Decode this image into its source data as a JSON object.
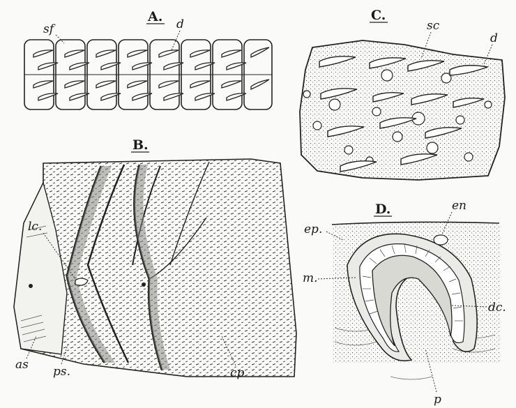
{
  "panels": {
    "a": {
      "label": "A.",
      "parts": {
        "sf": "sf",
        "d": "d"
      }
    },
    "b": {
      "label": "B.",
      "parts": {
        "lc": "lc.",
        "as": "as",
        "ps": "ps.",
        "cp": "cp"
      }
    },
    "c": {
      "label": "C.",
      "parts": {
        "sc": "sc",
        "d": "d"
      }
    },
    "d": {
      "label": "D.",
      "parts": {
        "en": "en",
        "ep": "ep.",
        "m": "m.",
        "dc": "dc.",
        "p": "p"
      }
    }
  },
  "colors": {
    "ink": "#222222",
    "paper": "#fafaf8",
    "tissue": "#e8e8e4"
  }
}
